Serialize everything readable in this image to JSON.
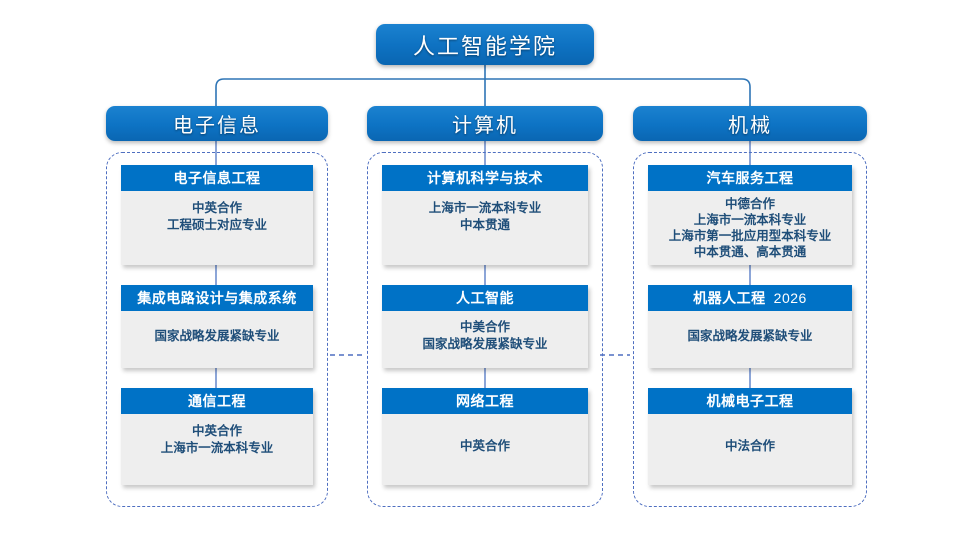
{
  "diagram": {
    "type": "organizational-tree",
    "root": {
      "label": "人工智能学院"
    },
    "colors": {
      "header_blue": "#0d73c4",
      "card_title_blue": "#0072c6",
      "card_body_gray": "#eeeeee",
      "body_text_navy": "#1f4e79",
      "dashed_border": "#4f6fc0",
      "background": "#ffffff"
    },
    "groups": [
      {
        "header": "电子信息",
        "cards": [
          {
            "title": "电子信息工程",
            "year": "",
            "lines": [
              "中英合作",
              "工程硕士对应专业"
            ]
          },
          {
            "title": "集成电路设计与集成系统",
            "year": "",
            "lines": [
              "国家战略发展紧缺专业"
            ]
          },
          {
            "title": "通信工程",
            "year": "",
            "lines": [
              "中英合作",
              "上海市一流本科专业"
            ]
          }
        ]
      },
      {
        "header": "计算机",
        "cards": [
          {
            "title": "计算机科学与技术",
            "year": "",
            "lines": [
              "上海市一流本科专业",
              "中本贯通"
            ]
          },
          {
            "title": "人工智能",
            "year": "",
            "lines": [
              "中美合作",
              "国家战略发展紧缺专业"
            ]
          },
          {
            "title": "网络工程",
            "year": "",
            "lines": [
              "中英合作"
            ]
          }
        ]
      },
      {
        "header": "机械",
        "cards": [
          {
            "title": "汽车服务工程",
            "year": "",
            "lines": [
              "中德合作",
              "上海市一流本科专业",
              "上海市第一批应用型本科专业",
              "中本贯通、高本贯通"
            ]
          },
          {
            "title": "机器人工程",
            "year": "2026",
            "lines": [
              "国家战略发展紧缺专业"
            ]
          },
          {
            "title": "机械电子工程",
            "year": "",
            "lines": [
              "中法合作"
            ]
          }
        ]
      }
    ]
  }
}
